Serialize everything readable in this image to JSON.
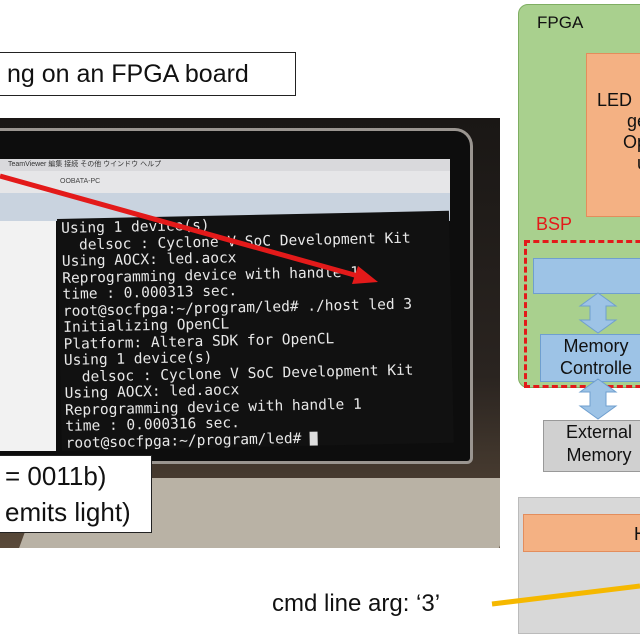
{
  "callouts": {
    "title": "ng on an FPGA board",
    "led_line1": "= 0011b)",
    "led_line2": "emits light)"
  },
  "laptop": {
    "menubar": "TeamViewer  編集  接続  その他  ウインドウ  ヘルプ",
    "window_title": "OOBATA-PC",
    "terminal_lines": [
      "Using 1 device(s)",
      "  delsoc : Cyclone V SoC Development Kit",
      "Using AOCX: led.aocx",
      "Reprogramming device with handle 1",
      "time : 0.000313 sec.",
      "root@socfpga:~/program/led# ./host led 3",
      "Initializing OpenCL",
      "Platform: Altera SDK for OpenCL",
      "Using 1 device(s)",
      "  delsoc : Cyclone V SoC Development Kit",
      "Using AOCX: led.aocx",
      "Reprogramming device with handle 1",
      "time : 0.000316 sec.",
      "root@socfpga:~/program/led# "
    ]
  },
  "diagram": {
    "fpga_label": "FPGA",
    "kernel_lines": [
      "LED",
      "ge",
      "Op",
      "u"
    ],
    "bsp_label": "BSP",
    "memory_controller": [
      "Memory",
      "Controlle"
    ],
    "external_memory": [
      "External",
      "Memory"
    ],
    "host_label": "H",
    "cmd_arg": "cmd line arg: ‘3’"
  },
  "colors": {
    "arrow_red": "#e31a1a",
    "arrow_yellow": "#f5b800",
    "fpga_green": "#a9d08e",
    "kernel_orange": "#f4b183",
    "bsp_blue": "#9dc3e6"
  }
}
